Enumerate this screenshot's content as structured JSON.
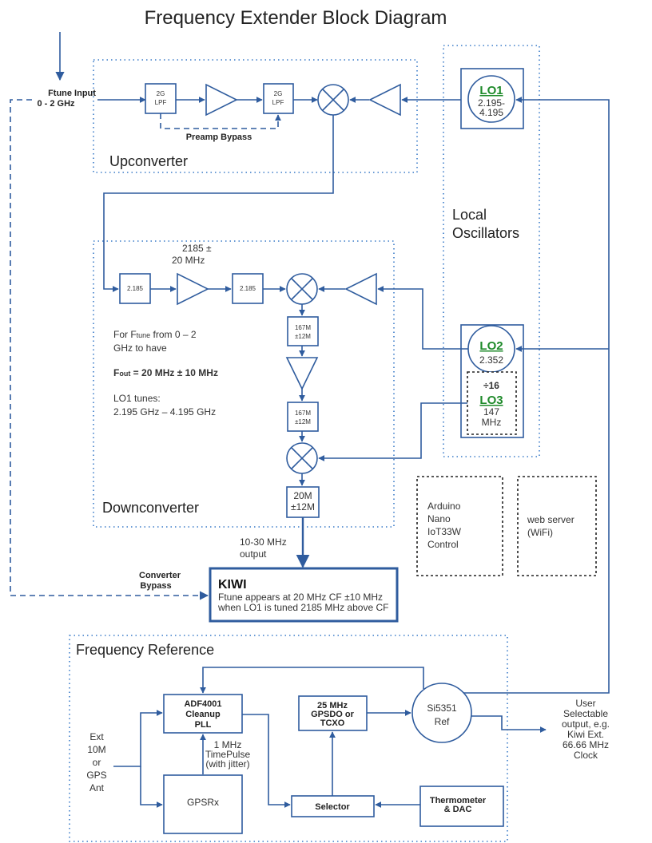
{
  "title": "Frequency Extender Block Diagram",
  "inputs": {
    "ftune_input": [
      "Ftune Input",
      "0 - 2 GHz"
    ],
    "converter_bypass": [
      "Converter",
      "Bypass"
    ],
    "preamp_bypass": "Preamp Bypass"
  },
  "upconverter": {
    "label": "Upconverter",
    "lpf1": [
      "2G",
      "LPF"
    ],
    "lpf2": [
      "2G",
      "LPF"
    ]
  },
  "local_oscillators": {
    "label": [
      "Local",
      "Oscillators"
    ],
    "lo1": {
      "name": "LO1",
      "freq": [
        "2.195-",
        "4.195"
      ]
    },
    "lo2": {
      "name": "LO2",
      "freq": "2.352"
    },
    "lo3": {
      "div": "÷16",
      "name": "LO3",
      "freq": [
        "147",
        "MHz"
      ]
    }
  },
  "downconverter": {
    "label": "Downconverter",
    "filter_bw": [
      "2185 ±",
      "20 MHz"
    ],
    "bpf1": "2.185",
    "bpf2": "2.185",
    "if1": [
      "167M",
      "±12M"
    ],
    "if2": [
      "167M",
      "±12M"
    ],
    "if3": [
      "20M",
      "±12M"
    ],
    "note_ftune_1": "For F",
    "note_ftune_sub": "tune",
    "note_ftune_2": " from  0 – 2",
    "note_ftune_3": "GHz to have",
    "note_fout_1": "F",
    "note_fout_sub": "out",
    "note_fout_2": " = 20 MHz ± 10 MHz",
    "note_lo1_1": "LO1 tunes:",
    "note_lo1_2": "2.195 GHz – 4.195 GHz",
    "output_label": [
      "10-30 MHz",
      "output"
    ]
  },
  "control": {
    "arduino": [
      "Arduino",
      "Nano",
      "IoT33W",
      "Control"
    ],
    "web": [
      "web server",
      "(WiFi)"
    ]
  },
  "kiwi": {
    "title": "KIWI",
    "line1": "Ftune appears at 20 MHz CF ±10 MHz",
    "line2": "when LO1 is tuned 2185 MHz above CF"
  },
  "frequency_reference": {
    "label": "Frequency Reference",
    "ext_input": [
      "Ext",
      "10M",
      "or",
      "GPS",
      "Ant"
    ],
    "adf": [
      "ADF4001",
      "Cleanup",
      "PLL"
    ],
    "timepulse": [
      "1 MHz",
      "TimePulse",
      "(with jitter)"
    ],
    "gpsrx": "GPSRx",
    "gpsdo": [
      "25 MHz",
      "GPSDO or",
      "TCXO"
    ],
    "selector": "Selector",
    "thermo": [
      "Thermometer",
      "& DAC"
    ],
    "si5351": [
      "Si5351",
      "Ref"
    ],
    "user_output": [
      "User",
      "Selectable",
      "output, e.g.",
      "Kiwi Ext.",
      "66.66 MHz",
      "Clock"
    ]
  },
  "colors": {
    "wire": "#2f5c9e",
    "group_border": "#3a7bc8",
    "lo_name": "#1e8a2a"
  }
}
